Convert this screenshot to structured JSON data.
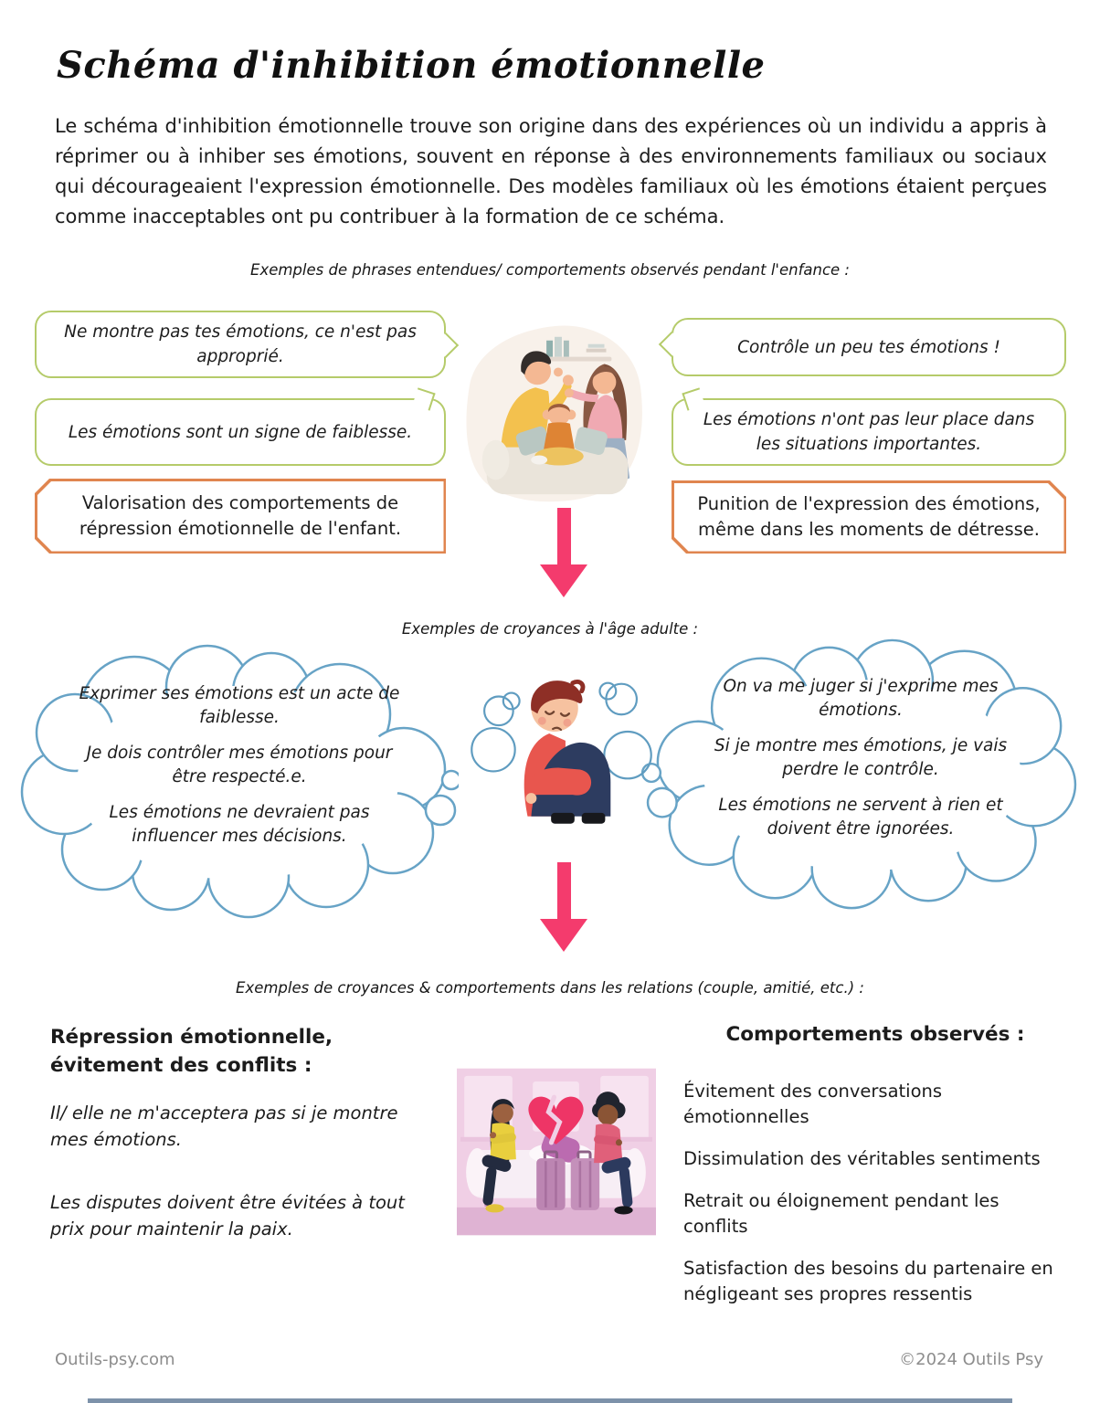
{
  "document": {
    "title": "Schéma d'inhibition émotionnelle",
    "intro": "Le schéma d'inhibition émotionnelle trouve son origine dans des expériences où un individu a appris à réprimer ou à inhiber ses émotions, souvent en réponse à des environnements familiaux ou sociaux qui décourageaient l'expression émotionnelle. Des modèles familiaux où les émotions étaient perçues comme inacceptables ont pu contribuer à la formation de ce schéma."
  },
  "childhood_section": {
    "label": "Exemples de phrases entendues/ comportements observés pendant l'enfance :",
    "bubbles_left": [
      "Ne montre pas tes émotions, ce n'est pas approprié.",
      "Les émotions sont un signe de faiblesse."
    ],
    "box_left": "Valorisation des comportements de répression émotionnelle de l'enfant.",
    "bubbles_right": [
      "Contrôle un peu tes émotions !",
      "Les émotions n'ont pas leur place dans les situations importantes."
    ],
    "box_right": "Punition de l'expression des émotions, même dans les moments de détresse.",
    "illustration": "parents-scolding-child-covering-ears"
  },
  "adult_section": {
    "label": "Exemples de croyances à l'âge adulte :",
    "cloud_left": [
      "Exprimer ses émotions est un acte de faiblesse.",
      "Je dois contrôler mes émotions pour être respecté.e.",
      "Les émotions ne devraient pas influencer mes décisions."
    ],
    "cloud_right": [
      "On va me juger si j'exprime mes émotions.",
      "Si je montre mes émotions, je vais perdre le contrôle.",
      "Les émotions ne servent à rien et doivent être ignorées."
    ],
    "illustration": "sad-man-hugging-knees"
  },
  "relations_section": {
    "label": "Exemples de croyances & comportements dans les relations (couple, amitié, etc.) :",
    "left_heading": "Répression émotionnelle, évitement des conflits :",
    "left_paragraphs": [
      "Il/ elle ne m'acceptera pas si je montre mes émotions.",
      "Les disputes doivent être évitées à tout prix pour maintenir la paix."
    ],
    "right_heading": "Comportements observés :",
    "right_items": [
      "Évitement des conversations émotionnelles",
      "Dissimulation des véritables sentiments",
      "Retrait ou éloignement pendant les conflits",
      "Satisfaction des besoins du partenaire en négligeant ses propres ressentis"
    ],
    "illustration": "couple-back-to-back-broken-heart-suitcases"
  },
  "footer": {
    "site": "Outils-psy.com",
    "copyright": "©2024 Outils Psy"
  },
  "colors": {
    "bubble_green": "#b5cb6a",
    "box_orange": "#e0854f",
    "cloud_blue": "#67a3c6",
    "arrow_pink": "#f43b6d",
    "footer_gray": "#8d8d8d",
    "footer_bar_blue": "#7d92aa"
  }
}
